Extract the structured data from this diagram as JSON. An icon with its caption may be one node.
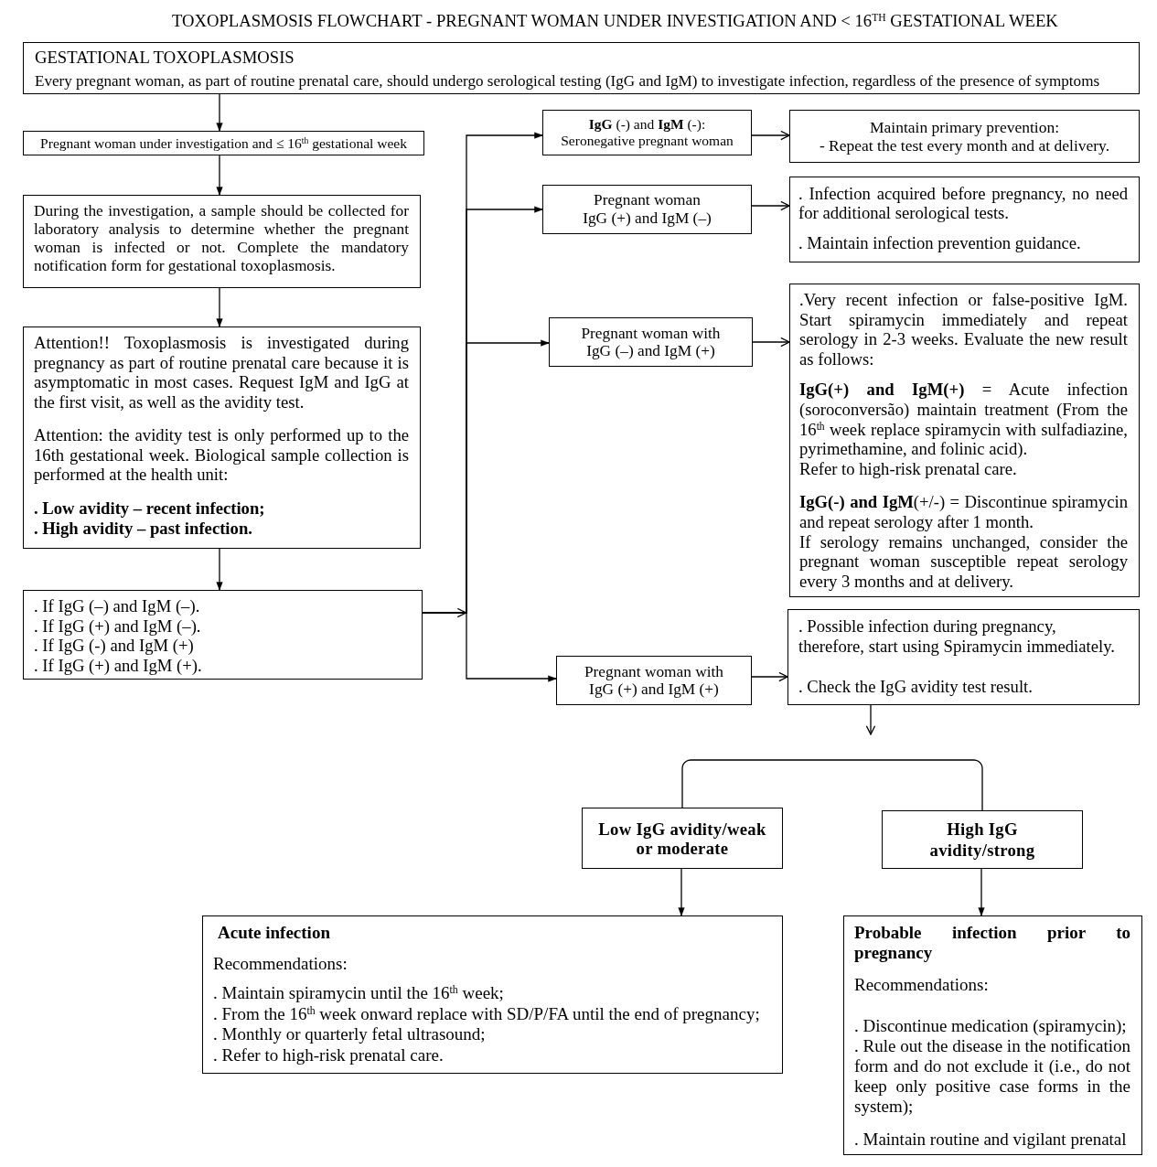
{
  "diagram": {
    "title": "TOXOPLASMOSIS FLOWCHART - PREGNANT WOMAN UNDER INVESTIGATION AND < 16$^{TH}$ GESTATIONAL WEEK",
    "nodes": [
      {
        "text": [
          "GESTATIONAL TOXOPLASMOSIS",
          "Every pregnant woman, as part of routine prenatal care, should undergo serological testing (IgG and IgM) to investigate infection, regardless of the presence of symptoms"
        ]
      },
      {
        "text": [
          "Pregnant woman under investigation and ≤ 16$^{th}$ gestational week"
        ]
      },
      {
        "text": [
          "During the investigation, a sample should be collected for laboratory analysis to determine whether the pregnant woman is infected or not. Complete the mandatory notification form for gestational toxoplasmosis."
        ]
      },
      {
        "text": [
          "Attention!! Toxoplasmosis is investigated during pregnancy as part of routine prenatal care because it is asymptomatic in most cases. Request IgM and IgG at the first visit, as well as the avidity test.",
          "Attention: the avidity test is only performed up to the 16th gestational week. Biological sample collection is performed at the health unit:",
          ". Low avidity – recent infection;",
          ". High avidity – past infection."
        ]
      },
      {
        "text": [
          ". If IgG (–) and IgM (–).",
          ". If IgG (+) and IgM (–).",
          ". If IgG (-) and IgM (+)",
          ". If IgG (+) and IgM (+)."
        ]
      },
      {
        "text": [
          "**IgG** (-) and **IgM** (-): Seronegative pregnant woman"
        ]
      },
      {
        "text": [
          "Maintain primary prevention:",
          "- Repeat the test every month and at delivery."
        ]
      },
      {
        "text": [
          "Pregnant woman IgG (+) and IgM (–)"
        ]
      },
      {
        "text": [
          ". Infection acquired before pregnancy, no need for additional serological tests.",
          ". Maintain infection prevention guidance."
        ]
      },
      {
        "text": [
          "Pregnant woman with IgG (–) and IgM (+)"
        ]
      },
      {
        "text": [
          ".Very recent infection or false-positive IgM. Start spiramycin immediately and repeat serology in 2-3 weeks. Evaluate the new result as follows:",
          "**IgG(+) and IgM(+)** = Acute infection (soroconversão) maintain treatment (From the 16$^{th}$ week replace spiramycin with sulfadiazine, pyrimethamine, and folinic acid).",
          "Refer to high-risk prenatal care.",
          "**IgG(-) and IgM**(+/-) = Discontinue spiramycin and repeat serology after 1 month.",
          "If serology remains unchanged, consider the pregnant woman susceptible repeat serology every 3 months and at delivery."
        ]
      },
      {
        "text": [
          ". Possible infection during pregnancy, therefore, start using Spiramycin immediately.",
          ". Check the IgG avidity test result."
        ]
      },
      {
        "text": [
          "Pregnant woman with IgG (+) and IgM (+)"
        ]
      },
      {
        "text": [
          "Low IgG avidity/weak or moderate"
        ]
      },
      {
        "text": [
          "High IgG avidity/strong"
        ]
      },
      {
        "text": [
          "Acute infection",
          "Recommendations:",
          ". Maintain spiramycin until the 16$^{th}$ week;",
          ". From the 16$^{th}$ week onward replace with SD/P/FA until the end of pregnancy;",
          ". Monthly or quarterly fetal ultrasound;",
          ". Refer to high-risk prenatal care."
        ]
      },
      {
        "text": [
          "Probable infection prior to pregnancy",
          "Recommendations:",
          ". Discontinue medication (spiramycin);",
          ". Rule out the disease in the notification form and do not exclude it (i.e., do not keep only positive case forms in the system);",
          ". Maintain routine and vigilant prenatal"
        ]
      }
    ],
    "edges": [
      {
        "from": 0,
        "to": 1,
        "arrow": "to"
      },
      {
        "from": 1,
        "to": 2,
        "arrow": "to"
      },
      {
        "from": 2,
        "to": 3,
        "arrow": "to"
      },
      {
        "from": 3,
        "to": 4,
        "arrow": "to"
      },
      {
        "from": 4,
        "to": 5,
        "arrow": "to"
      },
      {
        "from": 4,
        "to": 7,
        "arrow": "to"
      },
      {
        "from": 4,
        "to": 9,
        "arrow": "to"
      },
      {
        "from": 4,
        "to": 12,
        "arrow": "to"
      },
      {
        "from": 5,
        "to": 6,
        "arrow": "to"
      },
      {
        "from": 7,
        "to": 8,
        "arrow": "to"
      },
      {
        "from": 9,
        "to": 10,
        "arrow": "to"
      },
      {
        "from": 12,
        "to": 11,
        "arrow": "to"
      },
      {
        "from": 11,
        "to": null,
        "arrow": "to"
      },
      {
        "from": 13,
        "to": 14,
        "arrow": "none"
      },
      {
        "from": 13,
        "to": 15,
        "arrow": "to"
      },
      {
        "from": 14,
        "to": 16,
        "arrow": "to"
      }
    ]
  }
}
